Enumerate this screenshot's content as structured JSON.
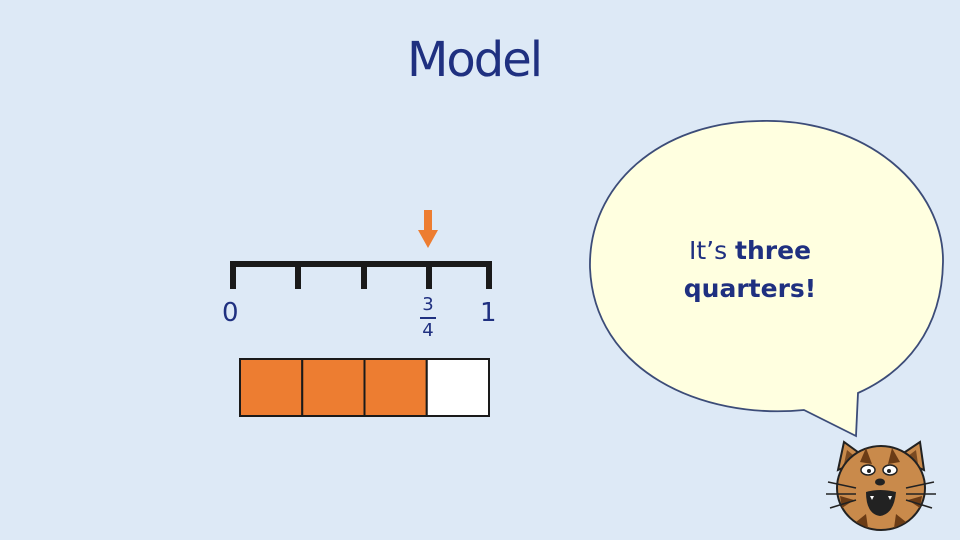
{
  "title": "Model",
  "number_line": {
    "start_label": "0",
    "end_label": "1",
    "fraction": {
      "numerator": "3",
      "denominator": "4"
    },
    "arrow_color": "#ed7d31"
  },
  "bar_model": {
    "total_parts": 4,
    "shaded_parts": 3,
    "shaded_color": "#ed7d31",
    "unshaded_color": "#ffffff"
  },
  "speech_bubble": {
    "text_line1_plain": "It’s ",
    "text_line1_bold": "three",
    "text_line2": "quarters!",
    "fill_color": "#ffffe0"
  },
  "character": {
    "icon": "cat-icon"
  }
}
